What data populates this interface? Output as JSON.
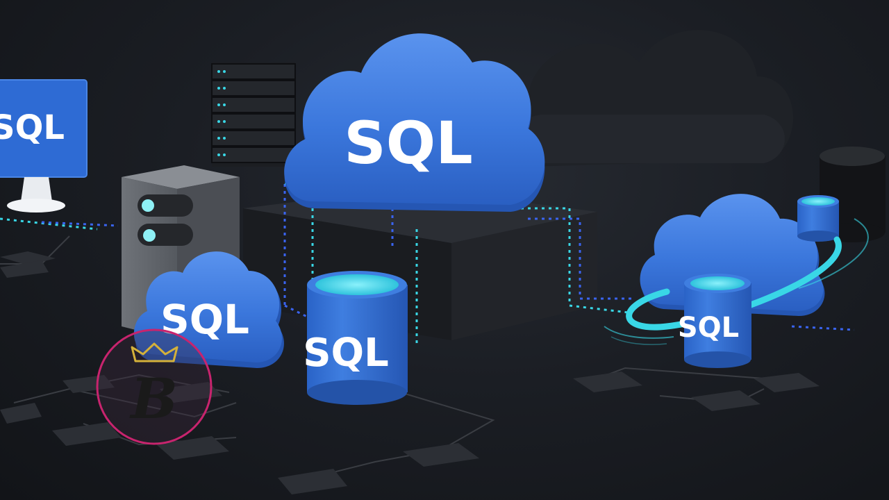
{
  "scene": {
    "labels": {
      "monitor": "SQL",
      "main_cloud": "SQL",
      "small_cloud": "SQL",
      "center_cylinder": "SQL",
      "right_cylinder": "SQL"
    },
    "logo_letter": "B"
  },
  "colors": {
    "background": "#1b1e24",
    "accent_blue": "#2f6fd6",
    "cyan_glow": "#39d7e6",
    "dark_block": "#1e2025"
  }
}
